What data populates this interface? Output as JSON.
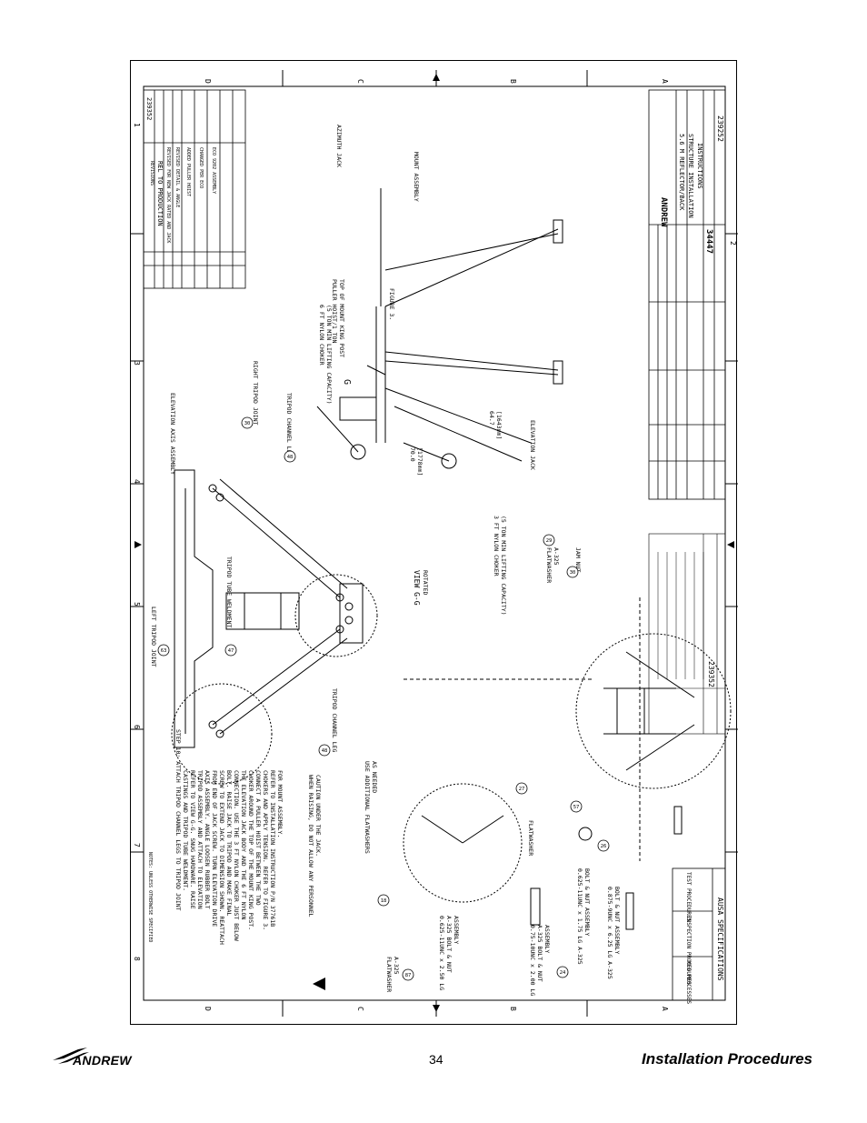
{
  "drawing": {
    "notes": {
      "title": "NOTES: UNLESS OTHERWISE SPECIFIED",
      "step": [
        "STEP 10: ATTACH TRIPOD CHANNEL LEGS TO TRIPOD JOINT",
        "CASTINGS AND TRIPOD TUBE WELDMENT.",
        "REFER TO VIEW G-G. SNUG HARDWARE. RAISE",
        "TRIPOD ASSEMBLY AND ATTACH TO ELEVATION",
        "AXIS ASSEMBLY. ANGLE LOOSEN RUBBER BOLT",
        "FROM END OF JACK SCREW. TURN ELEVATION DRIVE",
        "SCREW TO EXTEND JACK TO DIMENSION SHOWN. REATTACH",
        "BOLT. RAISE JACK TO TRIPOD AND MAKE FINAL",
        "CONNECTION. USE THE 3 FT NYLON CHOKER JUST BELOW",
        "THE ELEVATION JACK BODY AND THE 6 FT NYLON",
        "CHOKER AROUND THE TOP OF THE MOUNT KING POST.",
        "CONNECT A PULLER HOIST BETWEEN THE TWO",
        "CHOKERS AND APPLY TENSION. REFER TO FIGURE 3.",
        "REFER TO INSTALLATION INSTRUCTION P/N 37761B",
        "FOR MOUNT ASSEMBLY."
      ],
      "caution": "WHEN RAISING, DO NOT ALLOW ANY PERSONNEL",
      "caution2": "CAUTION UNDER THE JACK."
    },
    "labels": {
      "elevation_axis": "ELEVATION AXIS ASSEMBLY",
      "right_joint": "RIGHT TRIPOD JOINT",
      "channel_leg_48a": "TRIPOD CHANNEL LEG",
      "left_joint": "LEFT TRIPOD JOINT",
      "tube_weldment": "TRIPOD TUBE WELDMENT",
      "channel_leg_48b": "TRIPOD CHANNEL LEG",
      "view_gg": "VIEW G-G",
      "rotated": "ROTATED",
      "puller_hoist": "PULLER HOIST/1 TON",
      "top_king_post": "TOP OF MOUNT KING POST",
      "nylon_6": "6 FT NYLON CHOKER",
      "nylon_6b": "(5 TON MIN LIFTING CAPACITY)",
      "azimuth_jack": "AZIMUTH JACK",
      "mount_assembly": "MOUNT ASSEMBLY",
      "figure": "FIGURE 3.",
      "dim_70": "70.0",
      "dim_70mm": "[1778mm]",
      "dim_647": "64.7",
      "dim_647mm": "[1643mm]",
      "nylon_3": "3 FT NYLON CHOKER",
      "nylon_3b": "(5 TON MIN LIFTING CAPACITY)",
      "elevation_jack": "ELEVATION JACK",
      "flatwasher_29": "FLATWASHER",
      "a325": "A-325",
      "jam_nut": "JAM NUT",
      "use_flatwashers": "USE ADDITIONAL FLATWASHERS",
      "as_needed": "AS NEEDED",
      "flatwasher_27": "FLATWASHER",
      "bolt_625_250": "0.625-11UNC x 2.50 LG",
      "bolt_a325": "A-325 BOLT & NUT",
      "assembly": "ASSEMBLY",
      "bolt_625_175": "0.625-11UNC x 1.75 LG A-325",
      "bolt_nut_asm": "BOLT & NUT ASSEMBLY",
      "bolt_875": "0.875-9UNC x 6.25 LG A-325",
      "bolt_nut_asm2": "BOLT & NUT ASSEMBLY",
      "bolt_75": "0.75-10UNC x 2.00 LG",
      "bolt_a325b": "A-325 BOLT & NUT",
      "assembly2": "ASSEMBLY",
      "flatwasher_87": "FLATWASHER",
      "a325b": "A-325",
      "g_mark": "G"
    },
    "balloons": [
      "30",
      "48",
      "63",
      "47",
      "48",
      "29",
      "30",
      "27",
      "57",
      "26",
      "24",
      "87",
      "18"
    ],
    "revision": {
      "header": "REVISIONS",
      "dwg_no": "239352",
      "rel": "REL TO PRODUCTION",
      "rows": [
        "REVISED FOR NEW JACK RATED AND JACK",
        "REVISED DETAIL & ANGLE",
        "ADDED PULLER HOIST",
        "CHANGED PER ECO",
        "ECO 9202 ASSEMBLY"
      ]
    },
    "title_block": {
      "company": "ANDREW",
      "desc1": "5.6 M REFLECTOR/BACK",
      "desc2": "STRUCTURE INSTALLATION",
      "desc3": "INSTRUCTIONS",
      "size": "D",
      "dwg_no": "239252",
      "sheet": "34447"
    },
    "specs": {
      "header": "AUSA SPECIFICATIONS",
      "cols": [
        "MFG PROCESSES",
        "INSPECTION PROCEDURES",
        "TEST PROCEDURES"
      ]
    },
    "border_letters": [
      "D",
      "C",
      "B",
      "A"
    ],
    "border_numbers": [
      "1",
      "2",
      "3",
      "4",
      "5",
      "6",
      "7",
      "8"
    ],
    "ref_no": "239352"
  },
  "footer": {
    "brand": "ANDREW",
    "page": "34",
    "title": "Installation Procedures"
  }
}
